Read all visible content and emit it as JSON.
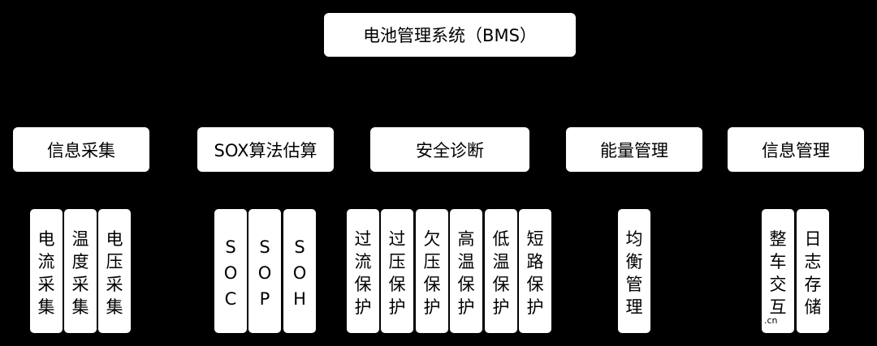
{
  "root": {
    "label": "电池管理系统（BMS）"
  },
  "categories": [
    {
      "label": "信息采集"
    },
    {
      "label": "SOX算法估算"
    },
    {
      "label": "安全诊断"
    },
    {
      "label": "能量管理"
    },
    {
      "label": "信息管理"
    }
  ],
  "leaves": {
    "info_collect": [
      "电流采集",
      "温度采集",
      "电压采集"
    ],
    "sox": [
      "SOC",
      "SOP",
      "SOH"
    ],
    "safety": [
      "过流保护",
      "过压保护",
      "欠压保护",
      "高温保护",
      "低温保护",
      "短路保护"
    ],
    "energy": [
      "均衡管理"
    ],
    "info_manage": [
      "整车交互",
      "日志存储"
    ]
  },
  "watermark": ".cn"
}
